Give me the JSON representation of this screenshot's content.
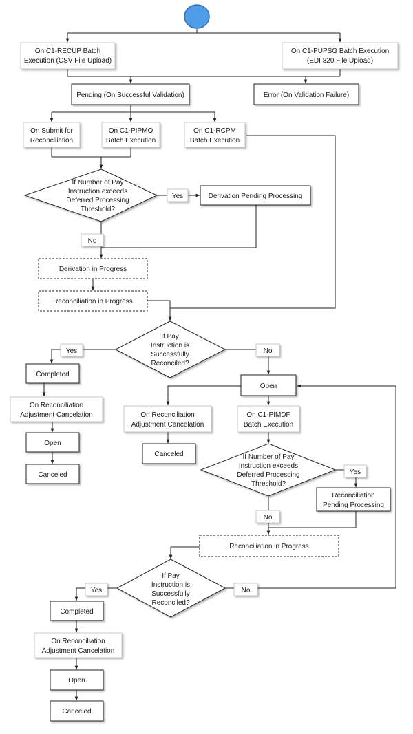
{
  "nodes": {
    "rec_upload_l1": "On C1-RECUP Batch",
    "rec_upload_l2": "Execution (CSV File Upload)",
    "pupsg_l1": "On C1-PUPSG Batch Execution",
    "pupsg_l2": "(EDI 820 File Upload)",
    "pending": "Pending (On Successful Validation)",
    "error": "Error (On Validation Failure)",
    "submit_l1": "On Submit for",
    "submit_l2": "Reconciliation",
    "pipmo_l1": "On C1-PIPMO",
    "pipmo_l2": "Batch Execution",
    "rcpm_l1": "On C1-RCPM",
    "rcpm_l2": "Batch Execution",
    "decision1_l1": "If Number of Pay",
    "decision1_l2": "Instruction exceeds",
    "decision1_l3": "Deferred Processing",
    "decision1_l4": "Threshold?",
    "yes1": "Yes",
    "deriv_pending": "Derivation Pending Processing",
    "no1": "No",
    "deriv_progress": "Derivation in Progress",
    "recon_progress1": "Reconciliation in Progress",
    "decision2_l1": "If Pay",
    "decision2_l2": "Instruction is",
    "decision2_l3": "Successfully",
    "decision2_l4": "Reconciled?",
    "yes2": "Yes",
    "no2": "No",
    "completed1": "Completed",
    "adj_cancel1_l1": "On Reconciliation",
    "adj_cancel1_l2": "Adjustment Cancelation",
    "open1": "Open",
    "canceled1": "Canceled",
    "open_main": "Open",
    "adj_cancel2_l1": "On Reconciliation",
    "adj_cancel2_l2": "Adjustment Cancelation",
    "canceled2": "Canceled",
    "pimdf_l1": "On C1-PIMDF",
    "pimdf_l2": "Batch Execution",
    "decision3_l1": "If Number of Pay",
    "decision3_l2": "Instruction exceeds",
    "decision3_l3": "Deferred Processing",
    "decision3_l4": "Threshold?",
    "yes3": "Yes",
    "recon_pending_l1": "Reconciliation",
    "recon_pending_l2": "Pending Processing",
    "no3": "No",
    "recon_progress2": "Reconciliation in Progress",
    "decision4_l1": "If Pay",
    "decision4_l2": "Instruction is",
    "decision4_l3": "Successfully",
    "decision4_l4": "Reconciled?",
    "yes4": "Yes",
    "no4": "No",
    "completed2": "Completed",
    "adj_cancel3_l1": "On Reconciliation",
    "adj_cancel3_l2": "Adjustment Cancelation",
    "open2": "Open",
    "canceled3": "Canceled"
  },
  "colors": {
    "start_fill": "#4f9de8",
    "start_stroke": "#2f6fb0",
    "line": "#222222"
  }
}
